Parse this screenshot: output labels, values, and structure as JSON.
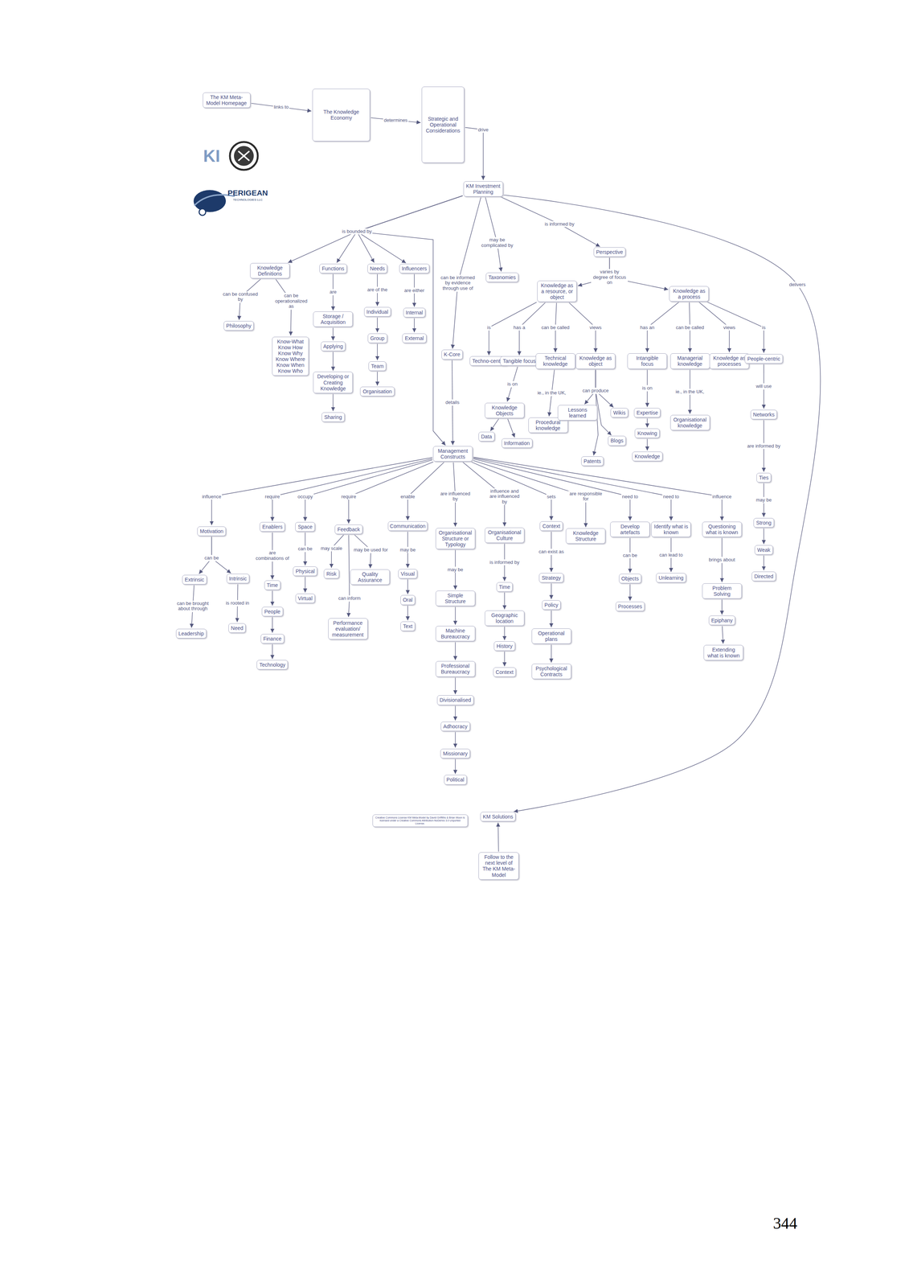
{
  "diagram": {
    "nodes": [
      {
        "text": [
          "The KM Meta-Model Homepage"
        ]
      },
      {
        "text": [
          "The Knowledge Economy"
        ]
      },
      {
        "text": [
          "Strategic and Operational Considerations"
        ]
      },
      {
        "text": [
          "KM Investment Planning"
        ]
      },
      {
        "text": [
          "Knowledge Definitions"
        ]
      },
      {
        "text": [
          "Functions"
        ]
      },
      {
        "text": [
          "Needs"
        ]
      },
      {
        "text": [
          "Influencers"
        ]
      },
      {
        "text": [
          "Taxonomies"
        ]
      },
      {
        "text": [
          "Perspective"
        ]
      },
      {
        "text": [
          "Knowledge as a resource, or object"
        ]
      },
      {
        "text": [
          "Knowledge as a process"
        ]
      },
      {
        "text": [
          "Philosophy"
        ]
      },
      {
        "text": [
          "Know-What Know How Know Why Know Where Know When Know Who"
        ]
      },
      {
        "text": [
          "Storage / Acquisition"
        ]
      },
      {
        "text": [
          "Applying"
        ]
      },
      {
        "text": [
          "Developing or Creating Knowledge"
        ]
      },
      {
        "text": [
          "Sharing"
        ]
      },
      {
        "text": [
          "Individual"
        ]
      },
      {
        "text": [
          "Group"
        ]
      },
      {
        "text": [
          "Team"
        ]
      },
      {
        "text": [
          "Organisation"
        ]
      },
      {
        "text": [
          "Internal"
        ]
      },
      {
        "text": [
          "External"
        ]
      },
      {
        "text": [
          "K-Core"
        ]
      },
      {
        "text": [
          "Techno-centric"
        ]
      },
      {
        "text": [
          "Tangible focus"
        ]
      },
      {
        "text": [
          "Technical knowledge"
        ]
      },
      {
        "text": [
          "Knowledge as object"
        ]
      },
      {
        "text": [
          "Knowledge Objects"
        ]
      },
      {
        "text": [
          "Data"
        ]
      },
      {
        "text": [
          "Information"
        ]
      },
      {
        "text": [
          "Procedural knowledge"
        ]
      },
      {
        "text": [
          "Lessons learned"
        ]
      },
      {
        "text": [
          "Wikis"
        ]
      },
      {
        "text": [
          "Blogs"
        ]
      },
      {
        "text": [
          "Patents"
        ]
      },
      {
        "text": [
          "Intangible focus"
        ]
      },
      {
        "text": [
          "Managerial knowledge"
        ]
      },
      {
        "text": [
          "Knowledge as processes"
        ]
      },
      {
        "text": [
          "People-centric"
        ]
      },
      {
        "text": [
          "Expertise"
        ]
      },
      {
        "text": [
          "Knowing"
        ]
      },
      {
        "text": [
          "Knowledge"
        ]
      },
      {
        "text": [
          "Organisational knowledge"
        ]
      },
      {
        "text": [
          "Networks"
        ]
      },
      {
        "text": [
          "Ties"
        ]
      },
      {
        "text": [
          "Strong"
        ]
      },
      {
        "text": [
          "Weak"
        ]
      },
      {
        "text": [
          "Directed"
        ]
      },
      {
        "text": [
          "Management Constructs"
        ]
      },
      {
        "text": [
          "Motivation"
        ]
      },
      {
        "text": [
          "Extrinsic"
        ]
      },
      {
        "text": [
          "Intrinsic"
        ]
      },
      {
        "text": [
          "Leadership"
        ]
      },
      {
        "text": [
          "Need"
        ]
      },
      {
        "text": [
          "Enablers"
        ]
      },
      {
        "text": [
          "Time"
        ]
      },
      {
        "text": [
          "People"
        ]
      },
      {
        "text": [
          "Finance"
        ]
      },
      {
        "text": [
          "Technology"
        ]
      },
      {
        "text": [
          "Space"
        ]
      },
      {
        "text": [
          "Physical"
        ]
      },
      {
        "text": [
          "Virtual"
        ]
      },
      {
        "text": [
          "Feedback"
        ]
      },
      {
        "text": [
          "Risk"
        ]
      },
      {
        "text": [
          "Quality Assurance"
        ]
      },
      {
        "text": [
          "Performance evaluation/ measurement"
        ]
      },
      {
        "text": [
          "Communication"
        ]
      },
      {
        "text": [
          "Visual"
        ]
      },
      {
        "text": [
          "Oral"
        ]
      },
      {
        "text": [
          "Text"
        ]
      },
      {
        "text": [
          "Organisational Structure or Typology"
        ]
      },
      {
        "text": [
          "Simple Structure"
        ]
      },
      {
        "text": [
          "Machine Bureaucracy"
        ]
      },
      {
        "text": [
          "Professional Bureaucracy"
        ]
      },
      {
        "text": [
          "Divisionalised"
        ]
      },
      {
        "text": [
          "Adhocracy"
        ]
      },
      {
        "text": [
          "Missionary"
        ]
      },
      {
        "text": [
          "Political"
        ]
      },
      {
        "text": [
          "Organisational Culture"
        ]
      },
      {
        "text": [
          "Time"
        ]
      },
      {
        "text": [
          "Geographic location"
        ]
      },
      {
        "text": [
          "History"
        ]
      },
      {
        "text": [
          "Context"
        ]
      },
      {
        "text": [
          "Context"
        ]
      },
      {
        "text": [
          "Strategy"
        ]
      },
      {
        "text": [
          "Policy"
        ]
      },
      {
        "text": [
          "Operational plans"
        ]
      },
      {
        "text": [
          "Psychological Contracts"
        ]
      },
      {
        "text": [
          "Knowledge Structure"
        ]
      },
      {
        "text": [
          "Develop artefacts"
        ]
      },
      {
        "text": [
          "Objects"
        ]
      },
      {
        "text": [
          "Processes"
        ]
      },
      {
        "text": [
          "Identify what is known"
        ]
      },
      {
        "text": [
          "Unlearning"
        ]
      },
      {
        "text": [
          "Questioning what is known"
        ]
      },
      {
        "text": [
          "Problem Solving"
        ]
      },
      {
        "text": [
          "Epiphany"
        ]
      },
      {
        "text": [
          "Extending what is known"
        ]
      },
      {
        "text": [
          "KM Solutions"
        ]
      },
      {
        "text": [
          "Follow to the next level of The KM Meta-Model"
        ]
      },
      {
        "text": [
          "Creative Commons License KM Meta-Model by David Griffiths & Brian Moon is licensed under a Creative Commons Attribution-NoDerivs 3.0 Unported License."
        ]
      }
    ],
    "edges": [
      {
        "from": 0,
        "to": 1,
        "label": "links to",
        "arrow": "to"
      },
      {
        "from": 1,
        "to": 2,
        "label": "determines",
        "arrow": "to"
      },
      {
        "from": 2,
        "to": 3,
        "label": "drive",
        "arrow": "to"
      },
      {
        "from": 3,
        "to": 4,
        "label": "is bounded by",
        "arrow": "to"
      },
      {
        "from": 3,
        "to": 5,
        "arrow": "to"
      },
      {
        "from": 3,
        "to": 6,
        "arrow": "to"
      },
      {
        "from": 3,
        "to": 7,
        "arrow": "to"
      },
      {
        "from": 3,
        "to": 50,
        "arrow": "to"
      },
      {
        "from": 3,
        "to": 24,
        "label": "can be informed by evidence through use of",
        "arrow": "to"
      },
      {
        "from": 3,
        "to": 8,
        "label": "may be complicated by",
        "arrow": "to"
      },
      {
        "from": 3,
        "to": 9,
        "label": "is informed by",
        "arrow": "to"
      },
      {
        "from": 3,
        "to": 100,
        "label": "delivers",
        "arrow": "to"
      },
      {
        "from": 4,
        "to": 12,
        "label": "can be confused by",
        "arrow": "to"
      },
      {
        "from": 4,
        "to": 13,
        "label": "can be operationalized as",
        "arrow": "to"
      },
      {
        "from": 5,
        "to": 14,
        "label": "are",
        "arrow": "to"
      },
      {
        "from": 14,
        "to": 15,
        "arrow": "to"
      },
      {
        "from": 15,
        "to": 16,
        "arrow": "to"
      },
      {
        "from": 16,
        "to": 17,
        "arrow": "to"
      },
      {
        "from": 6,
        "to": 18,
        "label": "are of the",
        "arrow": "to"
      },
      {
        "from": 18,
        "to": 19,
        "arrow": "to"
      },
      {
        "from": 19,
        "to": 20,
        "arrow": "to"
      },
      {
        "from": 20,
        "to": 21,
        "arrow": "to"
      },
      {
        "from": 7,
        "to": 22,
        "label": "are either",
        "arrow": "to"
      },
      {
        "from": 22,
        "to": 23,
        "arrow": "to"
      },
      {
        "from": 9,
        "to": 10,
        "label": "varies by degree of focus on",
        "arrow": "to"
      },
      {
        "from": 9,
        "to": 11,
        "arrow": "to"
      },
      {
        "from": 10,
        "to": 25,
        "label": "is",
        "arrow": "to"
      },
      {
        "from": 10,
        "to": 26,
        "label": "has a",
        "arrow": "to"
      },
      {
        "from": 10,
        "to": 27,
        "label": "can be called",
        "arrow": "to"
      },
      {
        "from": 10,
        "to": 28,
        "label": "views",
        "arrow": "to"
      },
      {
        "from": 26,
        "to": 29,
        "label": "is on",
        "arrow": "to"
      },
      {
        "from": 29,
        "to": 30,
        "arrow": "to"
      },
      {
        "from": 29,
        "to": 31,
        "arrow": "to"
      },
      {
        "from": 27,
        "to": 32,
        "label": "ie., in the UK,",
        "arrow": "to"
      },
      {
        "from": 28,
        "to": 33,
        "label": "can produce",
        "arrow": "to"
      },
      {
        "from": 28,
        "to": 34,
        "arrow": "to"
      },
      {
        "from": 28,
        "to": 35,
        "arrow": "to"
      },
      {
        "from": 28,
        "to": 36,
        "arrow": "to"
      },
      {
        "from": 11,
        "to": 37,
        "label": "has an",
        "arrow": "to"
      },
      {
        "from": 11,
        "to": 38,
        "label": "can be called",
        "arrow": "to"
      },
      {
        "from": 11,
        "to": 39,
        "label": "views",
        "arrow": "to"
      },
      {
        "from": 11,
        "to": 40,
        "label": "is",
        "arrow": "to"
      },
      {
        "from": 37,
        "to": 41,
        "label": "is on",
        "arrow": "to"
      },
      {
        "from": 41,
        "to": 42,
        "arrow": "to"
      },
      {
        "from": 42,
        "to": 43,
        "arrow": "to"
      },
      {
        "from": 38,
        "to": 44,
        "label": "ie., in the UK,",
        "arrow": "to"
      },
      {
        "from": 40,
        "to": 45,
        "label": "will use",
        "arrow": "to"
      },
      {
        "from": 45,
        "to": 46,
        "label": "are informed by",
        "arrow": "to"
      },
      {
        "from": 46,
        "to": 47,
        "label": "may be",
        "arrow": "to"
      },
      {
        "from": 47,
        "to": 48,
        "arrow": "to"
      },
      {
        "from": 48,
        "to": 49,
        "arrow": "to"
      },
      {
        "from": 24,
        "to": 50,
        "label": "details",
        "arrow": "to"
      },
      {
        "from": 50,
        "to": 51,
        "label": "influence",
        "arrow": "to"
      },
      {
        "from": 51,
        "to": 52,
        "label": "can be",
        "arrow": "to"
      },
      {
        "from": 51,
        "to": 53,
        "arrow": "to"
      },
      {
        "from": 52,
        "to": 54,
        "label": "can be brought about through",
        "arrow": "to"
      },
      {
        "from": 53,
        "to": 55,
        "label": "is rooted in",
        "arrow": "to"
      },
      {
        "from": 50,
        "to": 56,
        "label": "require",
        "arrow": "to"
      },
      {
        "from": 56,
        "to": 57,
        "label": "are combinations of",
        "arrow": "to"
      },
      {
        "from": 57,
        "to": 58,
        "arrow": "to"
      },
      {
        "from": 58,
        "to": 59,
        "arrow": "to"
      },
      {
        "from": 59,
        "to": 60,
        "arrow": "to"
      },
      {
        "from": 50,
        "to": 61,
        "label": "occupy",
        "arrow": "to"
      },
      {
        "from": 61,
        "to": 62,
        "label": "can be",
        "arrow": "to"
      },
      {
        "from": 62,
        "to": 63,
        "arrow": "to"
      },
      {
        "from": 50,
        "to": 64,
        "label": "require",
        "arrow": "to"
      },
      {
        "from": 64,
        "to": 65,
        "label": "may scale",
        "arrow": "to"
      },
      {
        "from": 64,
        "to": 66,
        "label": "may be used for",
        "arrow": "to"
      },
      {
        "from": 64,
        "to": 67,
        "label": "can inform",
        "arrow": "to"
      },
      {
        "from": 50,
        "to": 68,
        "label": "enable",
        "arrow": "to"
      },
      {
        "from": 68,
        "to": 69,
        "label": "may be",
        "arrow": "to"
      },
      {
        "from": 69,
        "to": 70,
        "arrow": "to"
      },
      {
        "from": 70,
        "to": 71,
        "arrow": "to"
      },
      {
        "from": 50,
        "to": 72,
        "label": "are influenced by",
        "arrow": "to"
      },
      {
        "from": 72,
        "to": 73,
        "label": "may be",
        "arrow": "to"
      },
      {
        "from": 73,
        "to": 74,
        "arrow": "to"
      },
      {
        "from": 74,
        "to": 75,
        "arrow": "to"
      },
      {
        "from": 75,
        "to": 76,
        "arrow": "to"
      },
      {
        "from": 76,
        "to": 77,
        "arrow": "to"
      },
      {
        "from": 77,
        "to": 78,
        "arrow": "to"
      },
      {
        "from": 78,
        "to": 79,
        "arrow": "to"
      },
      {
        "from": 50,
        "to": 80,
        "label": "influence and are influenced by",
        "arrow": "to"
      },
      {
        "from": 80,
        "to": 81,
        "label": "is informed by",
        "arrow": "to"
      },
      {
        "from": 81,
        "to": 82,
        "arrow": "to"
      },
      {
        "from": 82,
        "to": 83,
        "arrow": "to"
      },
      {
        "from": 83,
        "to": 84,
        "arrow": "to"
      },
      {
        "from": 50,
        "to": 85,
        "label": "sets",
        "arrow": "to"
      },
      {
        "from": 85,
        "to": 86,
        "label": "can exist as",
        "arrow": "to"
      },
      {
        "from": 86,
        "to": 87,
        "arrow": "to"
      },
      {
        "from": 87,
        "to": 88,
        "arrow": "to"
      },
      {
        "from": 88,
        "to": 89,
        "arrow": "to"
      },
      {
        "from": 50,
        "to": 90,
        "label": "are responsible for",
        "arrow": "to"
      },
      {
        "from": 50,
        "to": 91,
        "label": "need to",
        "arrow": "to"
      },
      {
        "from": 91,
        "to": 92,
        "label": "can be",
        "arrow": "to"
      },
      {
        "from": 92,
        "to": 93,
        "arrow": "to"
      },
      {
        "from": 50,
        "to": 94,
        "label": "need to",
        "arrow": "to"
      },
      {
        "from": 94,
        "to": 95,
        "label": "can lead to",
        "arrow": "to"
      },
      {
        "from": 50,
        "to": 96,
        "label": "influence",
        "arrow": "to"
      },
      {
        "from": 96,
        "to": 97,
        "label": "brings about",
        "arrow": "to"
      },
      {
        "from": 97,
        "to": 98,
        "arrow": "to"
      },
      {
        "from": 98,
        "to": 99,
        "arrow": "to"
      },
      {
        "from": 101,
        "to": 100,
        "arrow": "to"
      }
    ],
    "labels": [
      "KI",
      "PERIGEAN",
      "TECHNOLOGIES LLC",
      "344"
    ]
  }
}
